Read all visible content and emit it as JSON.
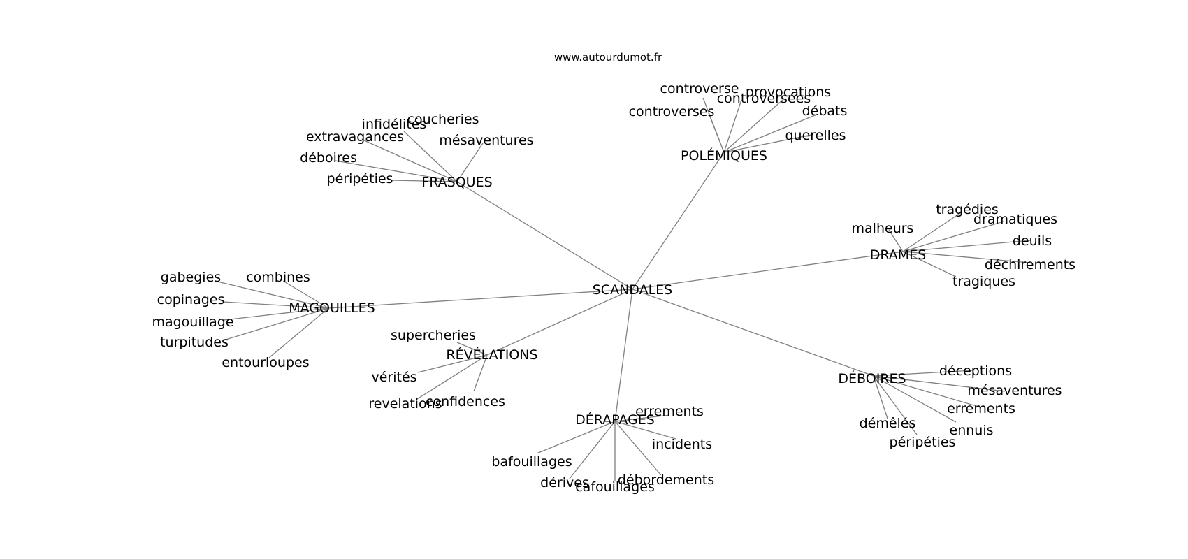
{
  "header": {
    "site": "www.autourdumot.fr"
  },
  "diagram": {
    "root": "SCANDALES",
    "branches": [
      {
        "label": "FRASQUES",
        "children": [
          "coucheries",
          "infidélités",
          "extravagances",
          "déboires",
          "péripéties",
          "mésaventures"
        ]
      },
      {
        "label": "POLÉMIQUES",
        "children": [
          "controverse",
          "controverses",
          "controversées",
          "provocations",
          "débats",
          "querelles"
        ]
      },
      {
        "label": "DRAMES",
        "children": [
          "tragédies",
          "malheurs",
          "dramatiques",
          "deuils",
          "déchirements",
          "tragiques"
        ]
      },
      {
        "label": "MAGOUILLES",
        "children": [
          "gabegies",
          "combines",
          "copinages",
          "magouillage",
          "turpitudes",
          "entourloupes"
        ]
      },
      {
        "label": "RÉVÉLATIONS",
        "children": [
          "supercheries",
          "vérités",
          "revelations",
          "confidences"
        ]
      },
      {
        "label": "DÉRAPAGES",
        "children": [
          "errements",
          "incidents",
          "bafouillages",
          "dérives",
          "cafouillages",
          "débordements"
        ]
      },
      {
        "label": "DÉBOIRES",
        "children": [
          "déceptions",
          "mésaventures",
          "errements",
          "ennuis",
          "démêlés",
          "péripéties"
        ]
      }
    ]
  }
}
